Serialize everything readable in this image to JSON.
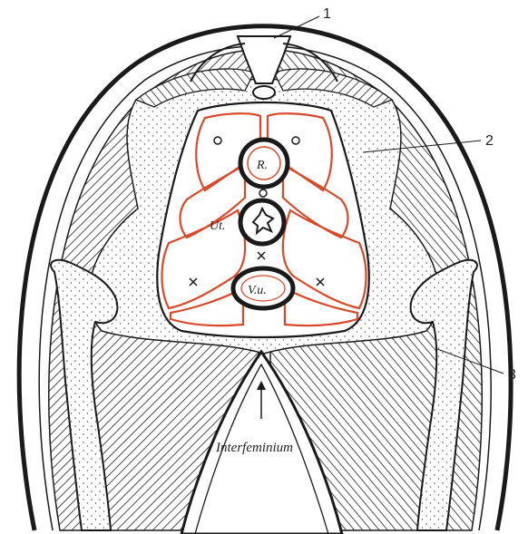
{
  "callouts": {
    "c1": "1",
    "c2": "2",
    "c3": "3"
  },
  "organ_labels": {
    "rectum": "R.",
    "uterus": "Ut.",
    "vagina_urethra": "V.u."
  },
  "interfeminium_label": "Interfeminium",
  "colors": {
    "outline": "#1a1a1a",
    "fascia_red": "#d9482b",
    "paper": "#ffffff",
    "stipple": "#555555"
  }
}
